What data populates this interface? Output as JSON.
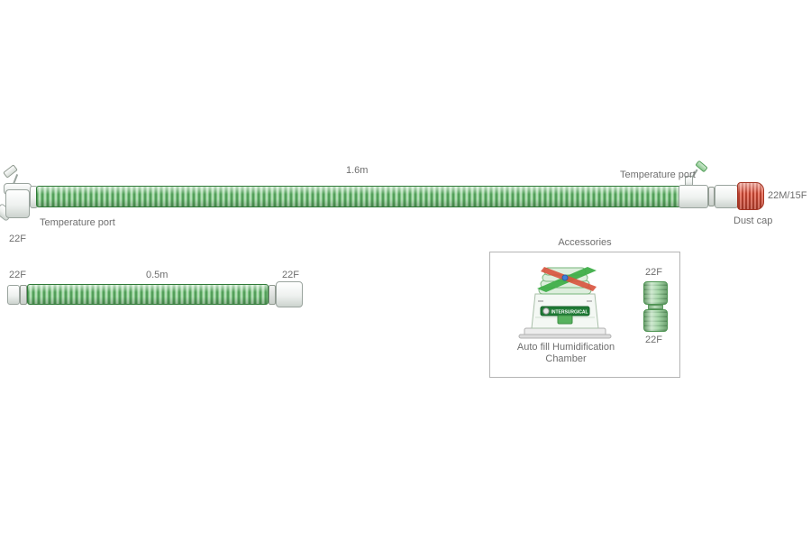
{
  "main_circuit": {
    "length_label": "1.6m",
    "left_temperature_port_label": "Temperature port",
    "left_size_label": "22F",
    "right_temperature_port_label": "Temperature port",
    "right_size_label": "22M/15F",
    "dust_cap_label": "Dust cap"
  },
  "short_limb": {
    "length_label": "0.5m",
    "left_size_label": "22F",
    "right_size_label": "22F"
  },
  "accessories": {
    "title": "Accessories",
    "chamber_caption": "Auto fill Humidification Chamber",
    "chamber_brand": "INTERSURGICAL",
    "connector_top_label": "22F",
    "connector_bottom_label": "22F"
  },
  "colors": {
    "tube_green": "#7fc584",
    "tube_green_dark": "#3e8c46",
    "dust_cap_red": "#d9523d",
    "brand_green": "#1e7a34",
    "label_grey": "#6e6e6e"
  }
}
